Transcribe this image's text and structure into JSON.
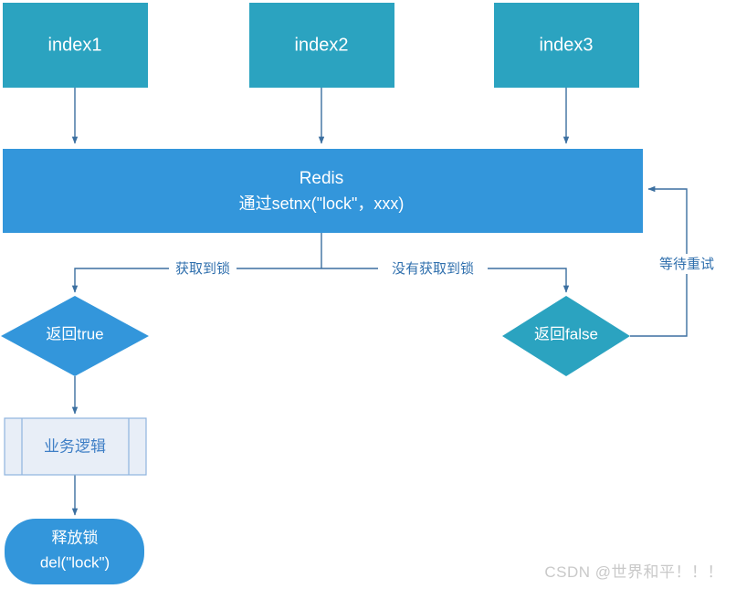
{
  "diagram": {
    "title": "Redis distributed lock flow",
    "colors": {
      "teal": "#2BA3C0",
      "blue": "#3396DB",
      "process_fill": "#E8EEF7",
      "process_stroke": "#8FB4DE",
      "process_text": "#3F7FC6",
      "edge": "#3B6FA0",
      "edge_label": "#2F6FAD",
      "node_text": "#FFFFFF",
      "watermark": "#C9C9C9",
      "background": "#FFFFFF"
    },
    "nodes": {
      "index1": {
        "label": "index1",
        "shape": "rectangle",
        "color": "#2BA3C0"
      },
      "index2": {
        "label": "index2",
        "shape": "rectangle",
        "color": "#2BA3C0"
      },
      "index3": {
        "label": "index3",
        "shape": "rectangle",
        "color": "#2BA3C0"
      },
      "redis": {
        "title": "Redis",
        "subtitle": "通过setnx(\"lock\"，xxx)",
        "shape": "rectangle",
        "color": "#3396DB"
      },
      "return_true": {
        "label": "返回true",
        "shape": "diamond",
        "color": "#3396DB"
      },
      "return_false": {
        "label": "返回false",
        "shape": "diamond",
        "color": "#2BA3C0"
      },
      "business_logic": {
        "label": "业务逻辑",
        "shape": "predefined-process",
        "color": "#E8EEF7"
      },
      "release_lock": {
        "title": "释放锁",
        "subtitle": "del(\"lock\")",
        "shape": "rounded-rectangle",
        "color": "#3396DB"
      }
    },
    "edge_labels": {
      "acquired": "获取到锁",
      "not_acquired": "没有获取到锁",
      "retry": "等待重试"
    },
    "watermark": "CSDN @世界和平！！！"
  }
}
